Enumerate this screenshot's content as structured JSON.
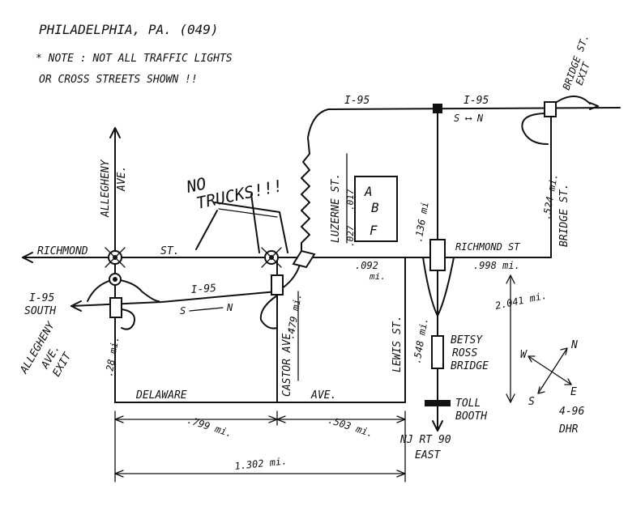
{
  "header": {
    "title": "PHILADELPHIA, PA. (049)",
    "note_line1": "* NOTE : NOT ALL TRAFFIC LIGHTS",
    "note_line2": "OR CROSS STREETS SHOWN !!"
  },
  "roads": {
    "i95_top_left": "I-95",
    "i95_top_right": "I-95",
    "i95_lower": "I-95",
    "i95_south_line1": "I-95",
    "i95_south_line2": "SOUTH",
    "richmond_left": "RICHMOND",
    "richmond_left_st": "ST.",
    "richmond_right": "RICHMOND ST",
    "allegheny_line1": "ALLEGHENY",
    "allegheny_line2": "AVE.",
    "allegheny_exit_line1": "ALLEGHENY",
    "allegheny_exit_line2": "AVE.",
    "allegheny_exit_line3": "EXIT",
    "luzerne": "LUZERNE ST.",
    "castor": "CASTOR AVE.",
    "lewis": "LEWIS ST.",
    "bridge_st": "BRIDGE ST.",
    "bridge_exit_line1": "BRIDGE ST.",
    "bridge_exit_line2": "EXIT",
    "delaware": "DELAWARE",
    "delaware_ave": "AVE.",
    "betsy_line1": "BETSY",
    "betsy_line2": "ROSS",
    "betsy_line3": "BRIDGE",
    "toll_line1": "TOLL",
    "toll_line2": "BOOTH",
    "nj_line1": "NJ RT 90",
    "nj_line2": "EAST"
  },
  "directions": {
    "sn_top": "S ⟷ N",
    "sn_lower_s": "S",
    "sn_lower_n": "N"
  },
  "warnings": {
    "no_trucks_line1": "NO",
    "no_trucks_line2": "TRUCKS!!!"
  },
  "distances": {
    "d_027": ".027",
    "d_017": ".017",
    "d_092": ".092",
    "d_092_unit": "mi.",
    "d_136": ".136 mi",
    "d_998": ".998 mi.",
    "d_524": ".524 mi.",
    "d_2041": "2.041 mi.",
    "d_479": ".479 mi.",
    "d_548": ".548 mi.",
    "d_28": ".28 mi.",
    "d_799": ".799 mi.",
    "d_503": ".503 mi.",
    "d_1302": "1.302 mi."
  },
  "legend": {
    "a": "A",
    "b": "B",
    "f": "F"
  },
  "compass": {
    "n": "N",
    "e": "E",
    "s": "S",
    "w": "W"
  },
  "credit": {
    "date": "4-96",
    "author": "DHR"
  }
}
